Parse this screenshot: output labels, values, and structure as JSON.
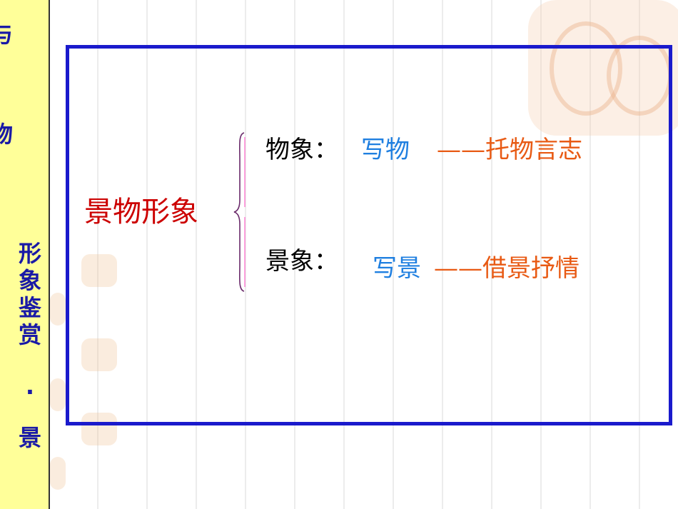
{
  "sidebar": {
    "top_char_1": "与",
    "top_char_2": "物",
    "vertical_title": "形象鉴赏",
    "separator": "·",
    "bottom_char": "景"
  },
  "main": {
    "title": "景物形象",
    "rows": [
      {
        "label": "物象：",
        "term": "写物",
        "meaning": "——托物言志"
      },
      {
        "label": "景象：",
        "term": "写景",
        "meaning": "——借景抒情"
      }
    ]
  },
  "colors": {
    "frame": "#1a1acc",
    "title": "#cc0000",
    "term": "#1f7fe0",
    "meaning": "#e85a14",
    "sidebar_bg": "#ffff99",
    "sidebar_text": "#1a1aa6"
  },
  "decor": {
    "seal_icon": "auspicious-seal-icon"
  }
}
